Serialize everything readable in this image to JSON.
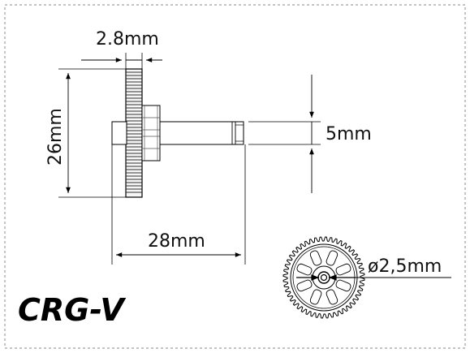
{
  "drawing": {
    "product_name": "CRG-V",
    "dimensions": {
      "gear_thickness": "2.8mm",
      "gear_diameter": "26mm",
      "shaft_diameter": "5mm",
      "overall_length": "28mm",
      "center_hole": "ø2,5mm"
    }
  }
}
